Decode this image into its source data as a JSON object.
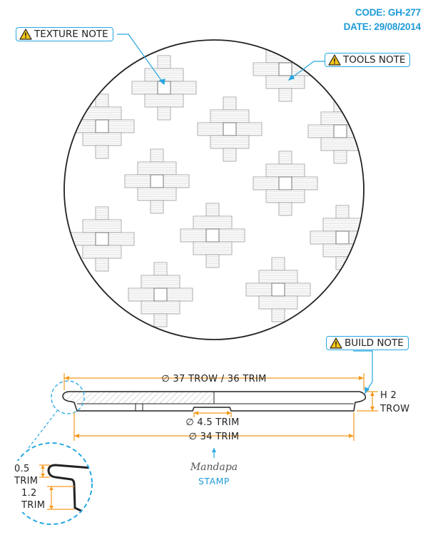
{
  "header": {
    "code": "CODE: GH-277",
    "date": "DATE: 29/08/2014"
  },
  "notes": {
    "texture": "TEXTURE NOTE",
    "tools": "TOOLS NOTE",
    "build": "BUILD NOTE"
  },
  "dimensions": {
    "outer": "∅ 37 TROW / 36 TRIM",
    "height": [
      "H 2",
      "TROW"
    ],
    "stamp_hole": "∅ 4.5 TRIM",
    "base": "∅ 34 TRIM"
  },
  "detail": {
    "rim": [
      "0.5",
      "TRIM"
    ],
    "wall": [
      "1.2",
      "TRIM"
    ]
  },
  "stamp": {
    "brand": "Mandapa",
    "label": "STAMP"
  },
  "colors": {
    "accent": "#1e9bd7",
    "dimension": "#f39a1e",
    "pattern": "#b8b8b8",
    "outline": "#333333"
  },
  "icons": {
    "note": "warning-triangle-icon"
  }
}
